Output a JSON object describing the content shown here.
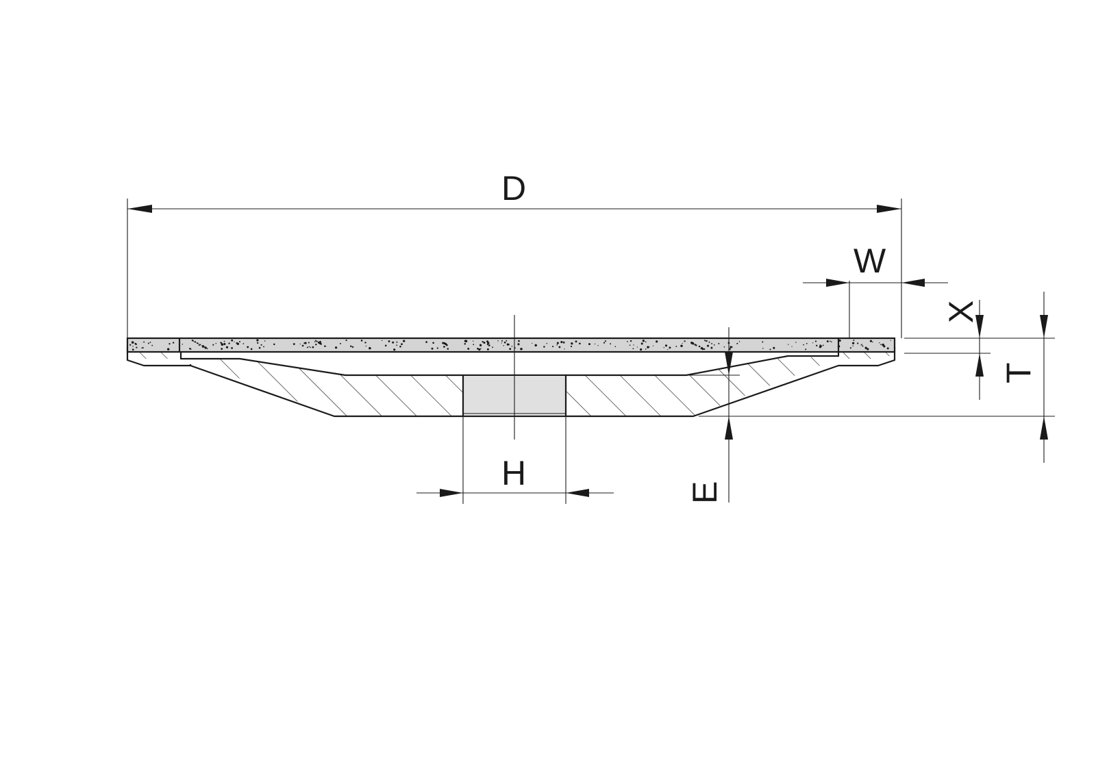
{
  "drawing": {
    "labels": {
      "D": "D",
      "W": "W",
      "X": "X",
      "T": "T",
      "H": "H",
      "E": "E"
    },
    "colors": {
      "line": "#1a1a1a",
      "abrasive_fill": "#d4d4d4",
      "bore_fill": "#e0e0e0",
      "background": "#ffffff"
    }
  }
}
